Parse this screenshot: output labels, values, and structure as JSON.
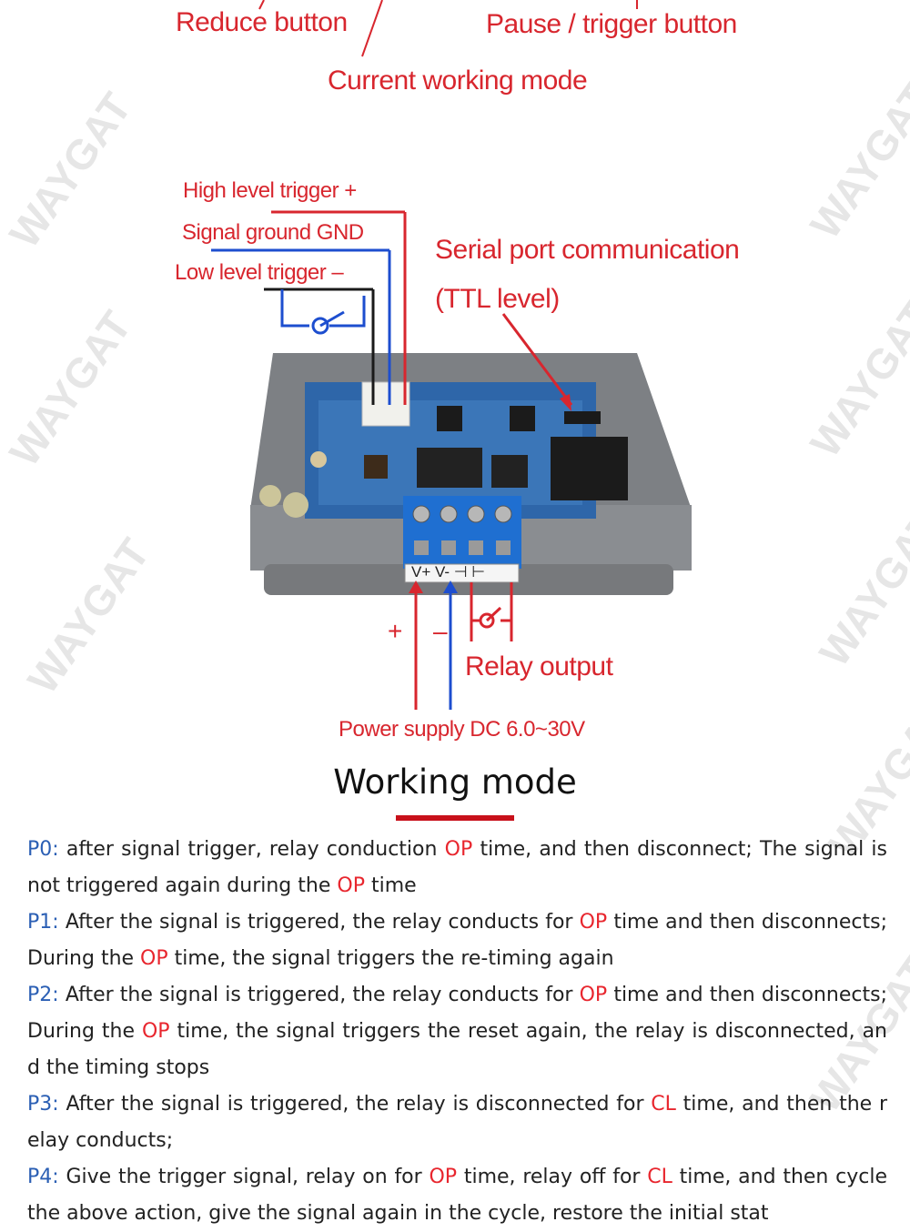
{
  "labels": {
    "reduce_button": "Reduce  button",
    "pause_trigger_button": "Pause / trigger button",
    "current_working_mode": "Current working mode",
    "high_level_trigger": "High level trigger +",
    "signal_ground": "Signal ground GND",
    "low_level_trigger": "Low level trigger  –",
    "serial_port_1": "Serial port communication",
    "serial_port_2": "(TTL level)",
    "plus_sign": "+",
    "minus_sign": "–",
    "relay_output": "Relay output",
    "power_supply": "Power supply DC 6.0~30V",
    "terminal_strip": "V+ V- ⊣ ⊢"
  },
  "watermark": "WAYGAT",
  "section_title": "Working mode",
  "colors": {
    "accent_red": "#d8262e",
    "mode_blue": "#2b5fb4",
    "wire_blue": "#1d4ecf"
  },
  "modes": [
    {
      "code": "P0:",
      "parts": [
        " after signal trigger, relay conduction ",
        "OP",
        " time, and then disconnect; The signal is not triggered again during the ",
        "OP",
        " time"
      ]
    },
    {
      "code": "P1:",
      "parts": [
        " After the signal is triggered, the relay conducts for ",
        "OP",
        " time and then disconnects; During the ",
        "OP",
        " time, the signal triggers the re-timing again"
      ]
    },
    {
      "code": "P2:",
      "parts": [
        " After the signal is triggered, the relay conducts for ",
        "OP",
        " time and then disconnects; During the ",
        "OP",
        " time, the signal triggers the reset again, the relay is disconnected, and the timing stops"
      ]
    },
    {
      "code": "P3:",
      "parts": [
        " After the signal is triggered, the relay is disconnected for ",
        "CL",
        " time, and then the relay conducts;"
      ]
    },
    {
      "code": "P4:",
      "parts": [
        " Give the trigger signal, relay on for ",
        "OP",
        " time, relay off for ",
        "CL",
        " time, and then cycle the above action, give the signal again in the cycle, restore the initial stat"
      ]
    }
  ]
}
